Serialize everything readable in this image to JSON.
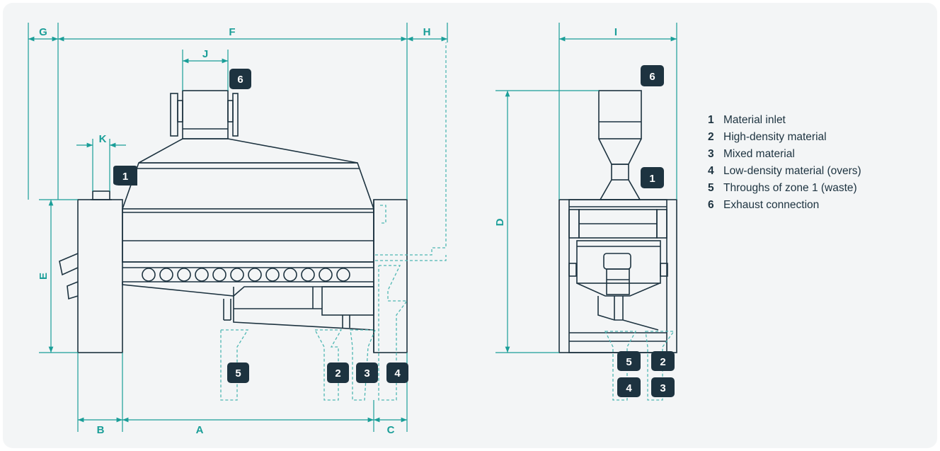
{
  "dimensions": {
    "A": "A",
    "B": "B",
    "C": "C",
    "D": "D",
    "E": "E",
    "F": "F",
    "G": "G",
    "H": "H",
    "I": "I",
    "J": "J",
    "K": "K"
  },
  "badges": {
    "one": "1",
    "two": "2",
    "three": "3",
    "four": "4",
    "five": "5",
    "six": "6"
  },
  "legend": [
    {
      "num": "1",
      "label": "Material inlet"
    },
    {
      "num": "2",
      "label": "High-density material"
    },
    {
      "num": "3",
      "label": "Mixed material"
    },
    {
      "num": "4",
      "label": "Low-density material (overs)"
    },
    {
      "num": "5",
      "label": "Throughs of zone 1 (waste)"
    },
    {
      "num": "6",
      "label": "Exhaust connection"
    }
  ],
  "colors": {
    "outline": "#1d3340",
    "dimension": "#1a9e98",
    "badge": "#1d3340",
    "background": "#f3f5f6"
  }
}
